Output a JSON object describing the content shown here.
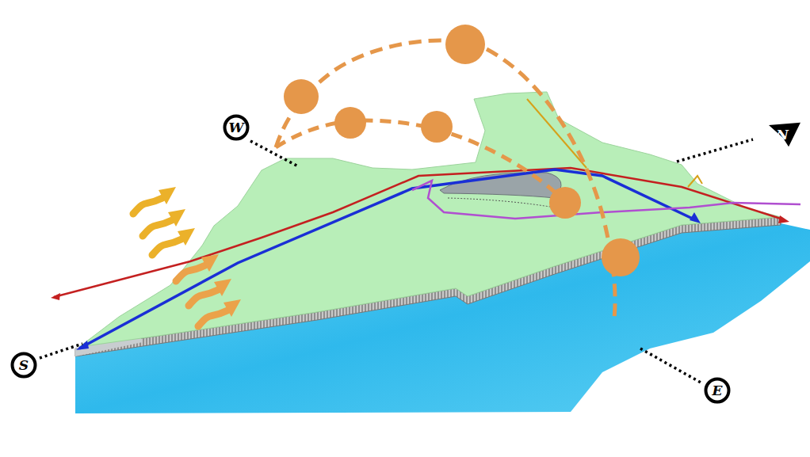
{
  "diagram": {
    "nodes": [
      {
        "text": [
          "W"
        ]
      },
      {
        "text": [
          "N"
        ]
      },
      {
        "text": [
          "S"
        ]
      },
      {
        "text": [
          "E"
        ]
      }
    ]
  }
}
